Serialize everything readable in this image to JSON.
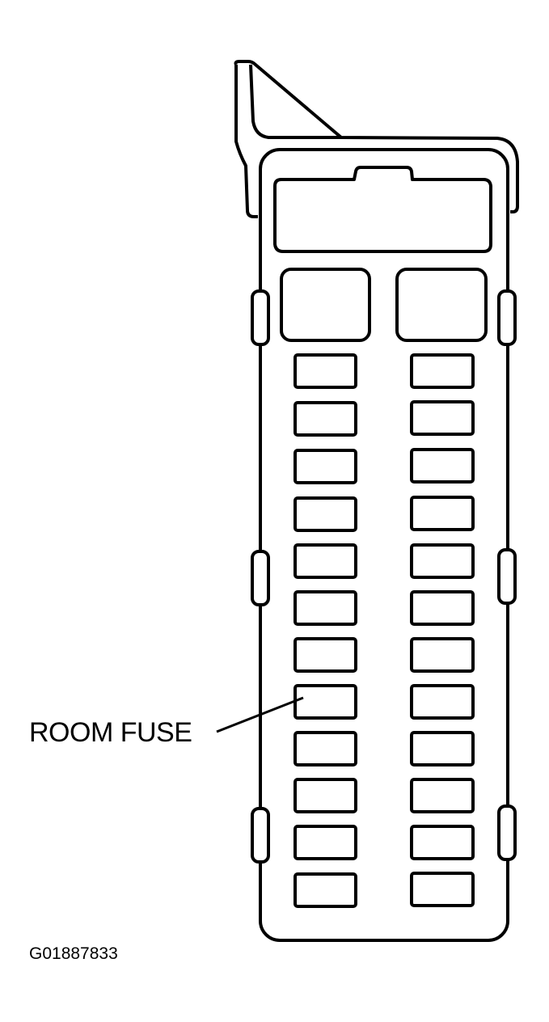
{
  "diagram": {
    "subject": "fuse-block",
    "callouts": [
      {
        "label": "ROOM FUSE",
        "points_to": {
          "column": "left",
          "row": 8
        }
      }
    ],
    "figure_id": "G01887833",
    "fuse_grid": {
      "columns": 2,
      "rows": 12
    },
    "colors": {
      "line": "#000000",
      "background": "#ffffff"
    }
  }
}
